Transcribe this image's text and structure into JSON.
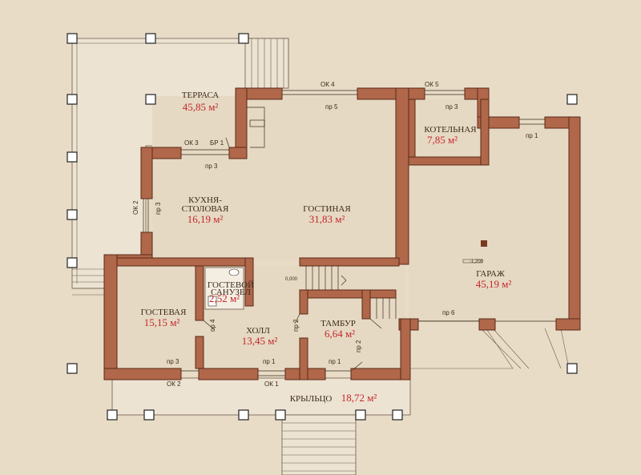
{
  "rooms": {
    "terrace": {
      "name": "ТЕРРАСА",
      "area": "45,85 м²"
    },
    "kitchen": {
      "name_line1": "КУХНЯ-",
      "name_line2": "СТОЛОВАЯ",
      "area": "16,19 м²"
    },
    "living": {
      "name": "ГОСТИНАЯ",
      "area": "31,83 м²"
    },
    "boiler": {
      "name": "КОТЕЛЬНАЯ",
      "area": "7,85 м²"
    },
    "garage": {
      "name": "ГАРАЖ",
      "area": "45,19 м²"
    },
    "guest": {
      "name": "ГОСТЕВАЯ",
      "area": "15,15 м²"
    },
    "bathroom": {
      "name_line1": "ГОСТЕВОЙ",
      "name_line2": "САНУЗЕЛ",
      "area": "2,52 м²"
    },
    "hall": {
      "name": "ХОЛЛ",
      "area": "13,45 м²"
    },
    "vestibule": {
      "name": "ТАМБУР",
      "area": "6,64 м²"
    },
    "porch": {
      "name": "КРЫЛЬЦО",
      "area": "18,72 м²"
    }
  },
  "tags": {
    "ok4": "ОК 4",
    "ok5": "ОК 5",
    "pr5": "пр 5",
    "pr3_boiler": "пр 3",
    "pr1_garage": "пр 1",
    "ok3": "ОК 3",
    "br1": "БР 1",
    "pr3_kitchen_door": "пр 3",
    "ok2_left": "ОК 2",
    "pr3_left": "пр 3",
    "level_mark": "0,000",
    "garage_level": "-1,200",
    "pr4": "пр 4",
    "pr2_hall": "пр 2",
    "pr6": "пр 6",
    "pr2_vest": "пр 2",
    "pr3_bottom": "пр 3",
    "pr1_bottom_mid": "пр 1",
    "pr1_bottom_right": "пр 1",
    "ok2_bottom": "ОК 2",
    "ok1_bottom": "ОК 1"
  }
}
